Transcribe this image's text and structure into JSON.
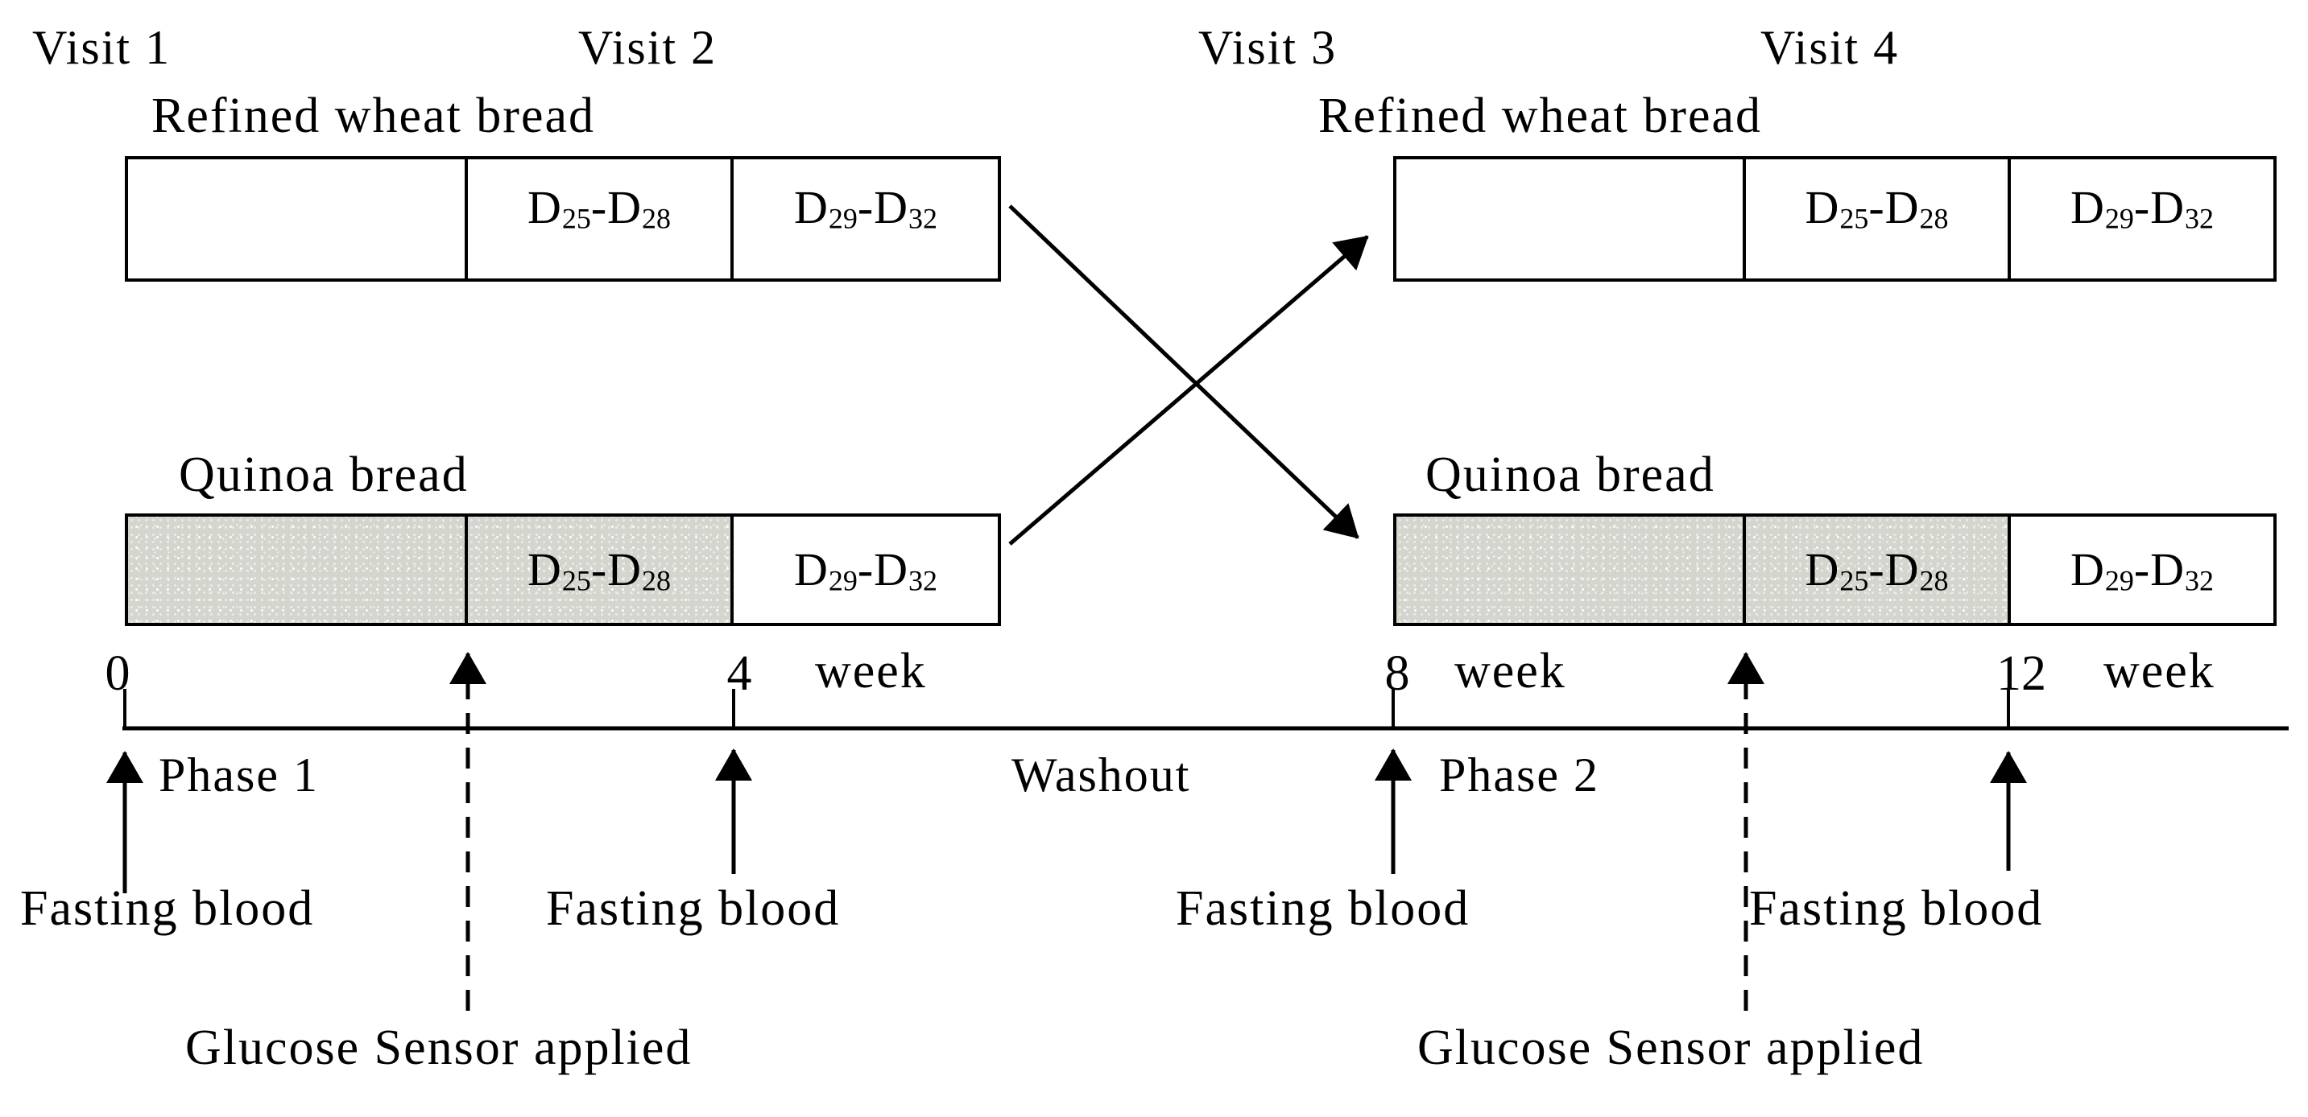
{
  "figure": {
    "colors": {
      "background": "#ffffff",
      "line": "#000000",
      "shaded_cell": "#d2d6cc"
    },
    "visits": [
      {
        "label": "Visit 1"
      },
      {
        "label": "Visit 2"
      },
      {
        "label": "Visit 3"
      },
      {
        "label": "Visit 4"
      }
    ],
    "bread_labels": {
      "refined": "Refined wheat bread",
      "quinoa": "Quinoa bread"
    },
    "day_ranges": {
      "d25_28": {
        "d1": "D",
        "sub1": "25",
        "dash": "-",
        "d2": "D",
        "sub2": "28"
      },
      "d29_32": {
        "d1": "D",
        "sub1": "29",
        "dash": "-",
        "d2": "D",
        "sub2": "32"
      }
    },
    "timeline": {
      "tick_0": "0",
      "tick_4": "4",
      "tick_8": "8",
      "tick_12": "12",
      "unit": "week"
    },
    "periods": {
      "phase1": "Phase 1",
      "washout": "Washout",
      "phase2": "Phase 2"
    },
    "events": {
      "fasting_blood": "Fasting blood",
      "glucose_sensor": "Glucose Sensor applied"
    }
  }
}
